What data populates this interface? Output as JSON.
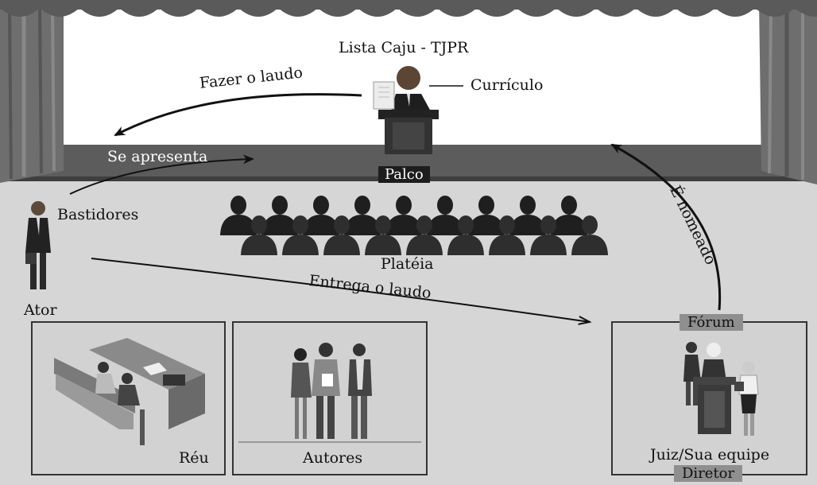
{
  "title": "Lista Caju - TJPR",
  "labels": {
    "curriculo": "Currículo",
    "fazer_laudo": "Fazer o laudo",
    "se_apresenta": "Se apresenta",
    "palco": "Palco",
    "bastidores": "Bastidores",
    "plateia": "Platéia",
    "entrega_laudo": "Entrega o laudo",
    "e_nomeado": "É nomeado",
    "ator": "Ator",
    "forum": "Fórum",
    "reu": "Réu",
    "autores": "Autores",
    "juiz": "Juiz/Sua equipe",
    "diretor": "Diretor"
  }
}
